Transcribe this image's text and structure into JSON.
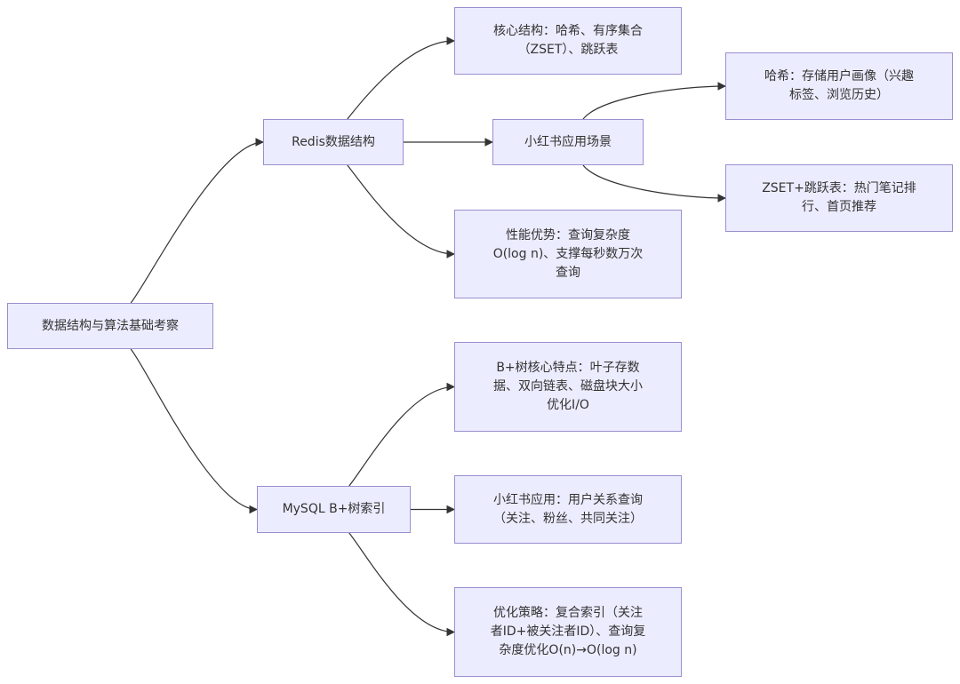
{
  "diagram": {
    "nodes": [
      {
        "id": "root",
        "text": "数据结构与算法基础考察"
      },
      {
        "id": "redis",
        "text": "Redis数据结构"
      },
      {
        "id": "mysql",
        "text": "MySQL B+树索引"
      },
      {
        "id": "redis_core",
        "text": "核心结构：哈希、有序集合\n（ZSET）、跳跃表"
      },
      {
        "id": "redis_app",
        "text": "小红书应用场景"
      },
      {
        "id": "redis_perf",
        "text": "性能优势：查询复杂度\nO(log n)、支撑每秒数万次\n查询"
      },
      {
        "id": "hash_use",
        "text": "哈希：存储用户画像（兴趣\n标签、浏览历史）"
      },
      {
        "id": "zset_use",
        "text": "ZSET+跳跃表：热门笔记排\n行、首页推荐"
      },
      {
        "id": "bplus_core",
        "text": "B+树核心特点：叶子存数\n据、双向链表、磁盘块大小\n优化I/O"
      },
      {
        "id": "mysql_app",
        "text": "小红书应用：用户关系查询\n（关注、粉丝、共同关注）"
      },
      {
        "id": "mysql_opt",
        "text": "优化策略：复合索引（关注\n者ID+被关注者ID）、查询复\n杂度优化O(n)→O(log n)"
      }
    ],
    "edges": [
      {
        "from": "root",
        "to": "redis"
      },
      {
        "from": "root",
        "to": "mysql"
      },
      {
        "from": "redis",
        "to": "redis_core"
      },
      {
        "from": "redis",
        "to": "redis_app"
      },
      {
        "from": "redis",
        "to": "redis_perf"
      },
      {
        "from": "redis_app",
        "to": "hash_use"
      },
      {
        "from": "redis_app",
        "to": "zset_use"
      },
      {
        "from": "mysql",
        "to": "bplus_core"
      },
      {
        "from": "mysql",
        "to": "mysql_app"
      },
      {
        "from": "mysql",
        "to": "mysql_opt"
      }
    ]
  }
}
